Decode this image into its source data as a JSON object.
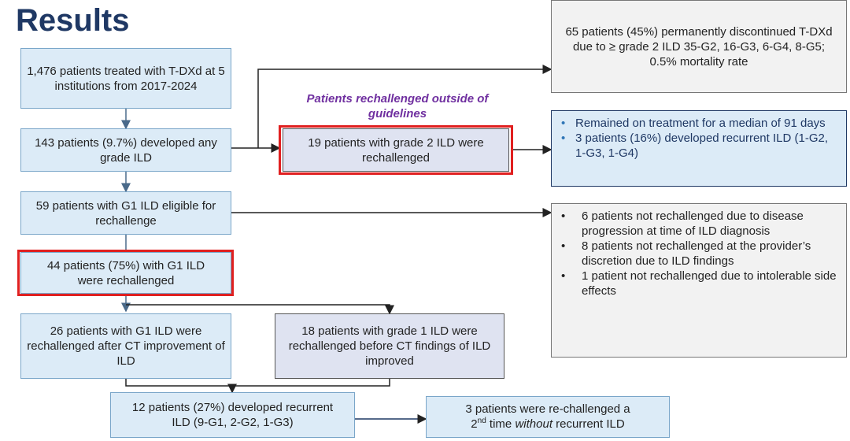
{
  "title": "Results",
  "boxes": {
    "treated": "1,476 patients treated with T-DXd at 5 institutions from 2017-2024",
    "developed_ild": "143 patients (9.7%) developed any grade ILD",
    "g1_eligible": "59 patients with G1 ILD eligible for rechallenge",
    "g1_rechallenged": "44 patients (75%) with G1 ILD were rechallenged",
    "after_ct": "26 patients with G1 ILD were rechallenged after CT improvement of ILD",
    "before_ct": "18 patients with grade 1 ILD were rechallenged before CT findings of ILD improved",
    "recurrent": "12 patients (27%) developed recurrent ILD (9-G1, 2-G2, 1-G3)",
    "rechallenged_2nd": {
      "prefix": "3 patients were re-challenged a",
      "ordinal_num": "2",
      "ordinal_sup": "nd",
      "middle": " time ",
      "italic": "without",
      "suffix": " recurrent ILD"
    },
    "grade2_rechallenged": "19 patients with grade 2 ILD were rechallenged",
    "discontinued": "65 patients (45%) permanently discontinued T-DXd due to ≥ grade 2 ILD 35-G2, 16-G3, 6-G4, 8-G5; 0.5% mortality rate"
  },
  "outside_guidelines_label": "Patients rechallenged outside of guidelines",
  "grade2_outcomes": [
    "Remained on treatment for a median of 91 days",
    "3 patients (16%) developed recurrent ILD (1-G2, 1-G3, 1-G4)"
  ],
  "not_rechallenged": [
    "6 patients not rechallenged due to disease progression at time of ILD diagnosis",
    "8 patients not rechallenged at the provider’s discretion due to ILD findings",
    "1 patient not rechallenged due to intolerable side effects"
  ],
  "colors": {
    "title": "#1f3864",
    "box_fill": "#dcebf7",
    "highlight_frame": "#e02020",
    "label_purple": "#7030a0",
    "navy_text": "#1f3864"
  }
}
